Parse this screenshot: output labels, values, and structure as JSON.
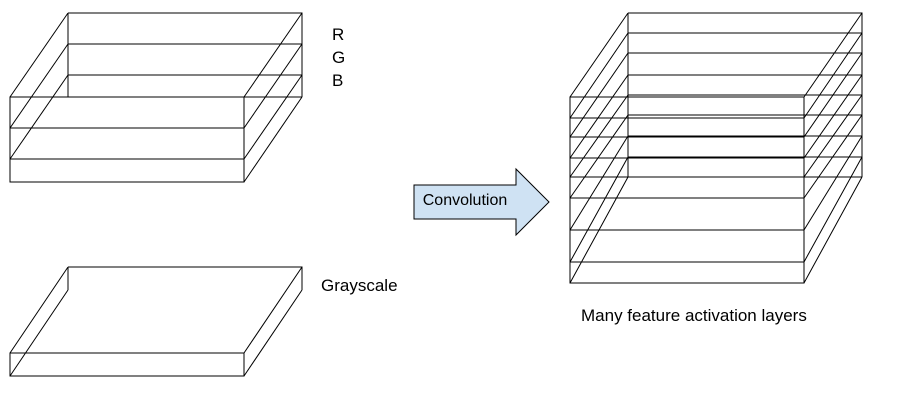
{
  "labels": {
    "r": "R",
    "g": "G",
    "b": "B",
    "grayscale": "Grayscale",
    "output": "Many feature activation layers"
  },
  "arrow": {
    "label": "Convolution",
    "fill_color": "#cfe2f3",
    "stroke_color": "#000000"
  },
  "stroke_color": "#000000"
}
